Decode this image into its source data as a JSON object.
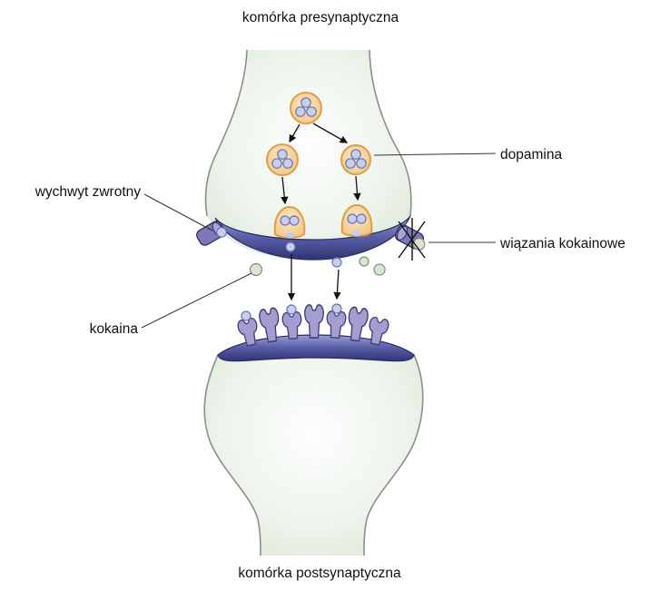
{
  "labels": {
    "presynaptic_cell": "komórka presynaptyczna",
    "postsynaptic_cell": "komórka postsynaptyczna",
    "dopamine": "dopamina",
    "reuptake": "wychwyt zwrotny",
    "cocaine_binding": "wiązania kokainowe",
    "cocaine": "kokaina"
  },
  "colors": {
    "cell_fill_edge": "#d9e6d5",
    "cell_fill_center": "#fdfefd",
    "cell_outline": "#8a8f88",
    "membrane_dark": "#2f3375",
    "membrane_light": "#9ca0d4",
    "vesicle_fill": "#f5cd90",
    "vesicle_stroke": "#dd9f45",
    "dopamine_molecule": "#c6cfed",
    "cocaine_molecule": "#d9e5d1",
    "transporter": "#7d78b8",
    "receptor": "#a39dd0",
    "text": "#111111"
  }
}
